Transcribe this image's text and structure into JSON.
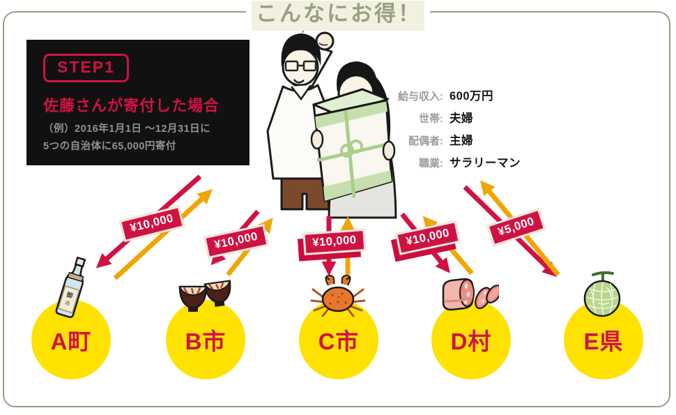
{
  "title": "こんなにお得！",
  "step_box": {
    "badge": "STEP1",
    "heading": "佐藤さんが寄付した場合",
    "note_line1": "（例）2016年1月1日 〜12月31日に",
    "note_line2": "5つの自治体に65,000円寄付"
  },
  "profile": {
    "rows": [
      {
        "label": "給与収入:",
        "value": "600万円"
      },
      {
        "label": "世帯:",
        "value": "夫婦"
      },
      {
        "label": "配偶者:",
        "value": "主婦"
      },
      {
        "label": "職業:",
        "value": "サラリーマン"
      }
    ]
  },
  "municipalities": [
    {
      "name": "A町",
      "donation_label": "¥10,000",
      "gift_icon": "sake-bottle-icon"
    },
    {
      "name": "B市",
      "donation_label": "¥10,000",
      "gift_icon": "lacquer-bowls-icon"
    },
    {
      "name": "C市",
      "donation_label": "¥10,000",
      "gift_icon": "crab-icon"
    },
    {
      "name": "D村",
      "donation_label": "¥10,000",
      "gift_icon": "meat-icon"
    },
    {
      "name": "E県",
      "donation_label": "¥5,000",
      "gift_icon": "melon-icon"
    }
  ],
  "colors": {
    "accent_red": "#d01243",
    "circle_yellow": "#ffe200",
    "arrow_yellow": "#f0a502",
    "frame_olive": "#9a9d85",
    "title_olive": "#99a083",
    "title_highlight": "#f2f1e0",
    "step_box_bg": "#111111",
    "note_gray": "#919191",
    "profile_label_gray": "#9b9b9b"
  }
}
